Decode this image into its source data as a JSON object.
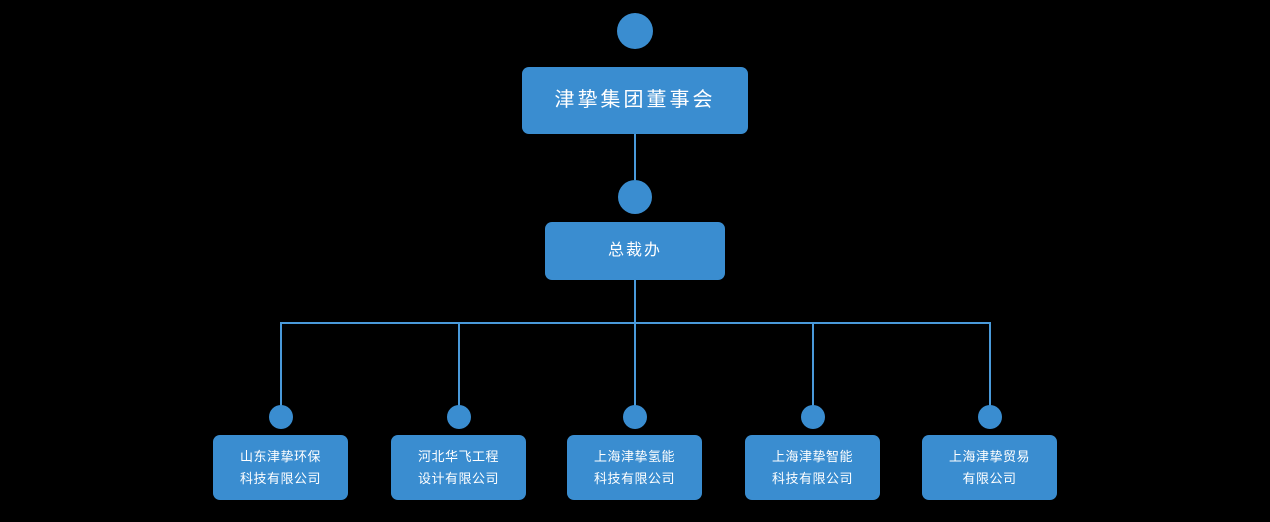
{
  "chart_data": {
    "type": "diagram",
    "diagram_type": "organization-chart",
    "title": "",
    "orientation": "top-down",
    "background_color": "#000000",
    "node_fill_color": "#3a8dd0",
    "node_text_color": "#ffffff",
    "connector_color": "#4a9ada",
    "levels": 3,
    "nodes": [
      {
        "id": "board",
        "label": "津挚集团董事会",
        "level": 0,
        "parent": null
      },
      {
        "id": "president_office",
        "label": "总裁办",
        "level": 1,
        "parent": "board"
      },
      {
        "id": "sub1",
        "label": "山东津挚环保\n科技有限公司",
        "level": 2,
        "parent": "president_office"
      },
      {
        "id": "sub2",
        "label": "河北华飞工程\n设计有限公司",
        "level": 2,
        "parent": "president_office"
      },
      {
        "id": "sub3",
        "label": "上海津挚氢能\n科技有限公司",
        "level": 2,
        "parent": "president_office"
      },
      {
        "id": "sub4",
        "label": "上海津挚智能\n科技有限公司",
        "level": 2,
        "parent": "president_office"
      },
      {
        "id": "sub5",
        "label": "上海津挚贸易\n有限公司",
        "level": 2,
        "parent": "president_office"
      }
    ]
  },
  "org": {
    "root": {
      "label": "津挚集团董事会"
    },
    "mid": {
      "label": "总裁办"
    },
    "leaves": [
      {
        "label": "山东津挚环保\n科技有限公司"
      },
      {
        "label": "河北华飞工程\n设计有限公司"
      },
      {
        "label": "上海津挚氢能\n科技有限公司"
      },
      {
        "label": "上海津挚智能\n科技有限公司"
      },
      {
        "label": "上海津挚贸易\n有限公司"
      }
    ]
  }
}
